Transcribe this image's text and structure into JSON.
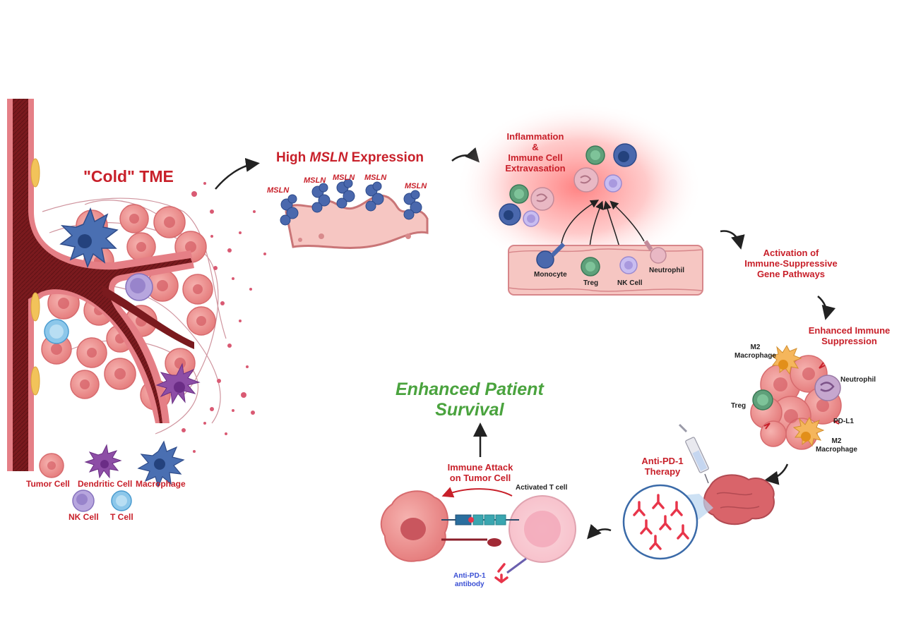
{
  "cold_tme": {
    "title": "\"Cold\" TME",
    "legend": {
      "tumor_cell": "Tumor Cell",
      "dendritic_cell": "Dendritic Cell",
      "macrophage": "Macrophage",
      "nk_cell": "NK Cell",
      "t_cell": "T Cell"
    }
  },
  "msln": {
    "title_prefix": "High ",
    "title_gene": "MSLN",
    "title_suffix": " Expression",
    "tags": [
      "MSLN",
      "MSLN",
      "MSLN",
      "MSLN",
      "MSLN"
    ]
  },
  "inflammation": {
    "title_line1": "Inflammation",
    "title_line2": "&",
    "title_line3": "Immune Cell",
    "title_line4": "Extravasation",
    "vessel_labels": {
      "monocyte": "Monocyte",
      "treg": "Treg",
      "nk_cell": "NK Cell",
      "neutrophil": "Neutrophil"
    }
  },
  "activation": {
    "line1": "Activation of",
    "line2": "Immune-Suppressive",
    "line3": "Gene Pathways"
  },
  "suppression": {
    "line1": "Enhanced Immune",
    "line2": "Suppression",
    "labels": {
      "m2_top_1": "M2",
      "m2_top_2": "Macrophage",
      "neutrophil": "Neutrophil",
      "treg": "Treg",
      "pdl1": "PD-L1",
      "m2_bottom_1": "M2",
      "m2_bottom_2": "Macrophage"
    }
  },
  "therapy": {
    "line1": "Anti-PD-1",
    "line2": "Therapy"
  },
  "attack": {
    "line1": "Immune Attack",
    "line2": "on Tumor Cell",
    "activated_t_cell": "Activated T cell",
    "antibody_line1": "Anti-PD-1",
    "antibody_line2": "antibody"
  },
  "outcome": {
    "line1": "Enhanced Patient",
    "line2": "Survival"
  },
  "colors": {
    "vessel": "#7a1a1e",
    "tumor": "#ec8e8e",
    "title_red": "#c8202a",
    "survival_green": "#4aa33e",
    "msln_blue": "#4a68ad",
    "antibody_blue": "#3a4fd4"
  }
}
